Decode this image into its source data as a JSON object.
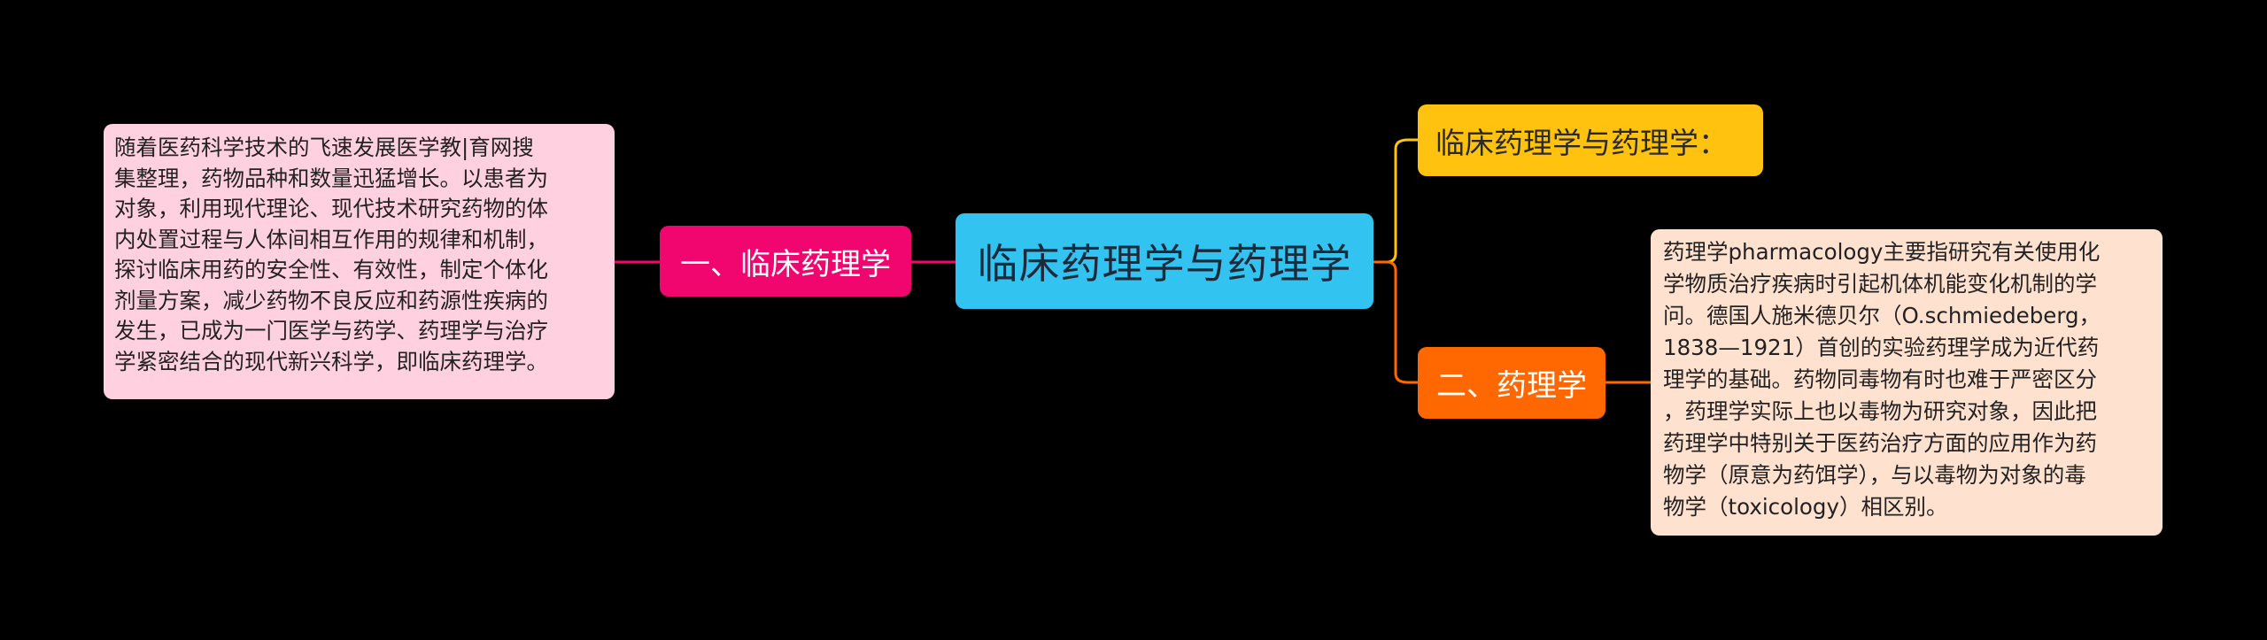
{
  "mindmap": {
    "root": {
      "label": "临床药理学与药理学",
      "color": "#33c3f0"
    },
    "left_branch": {
      "label": "一、临床药理学",
      "color": "#f0066e",
      "leaf": {
        "text": "随着医药科学技术的飞速发展医学教|育网搜\n集整理，药物品种和数量迅猛增长。以患者为\n对象，利用现代理论、现代技术研究药物的体\n内处置过程与人体间相互作用的规律和机制，\n探讨临床用药的安全性、有效性，制定个体化\n剂量方案，减少药物不良反应和药源性疾病的\n发生，已成为一门医学与药学、药理学与治疗\n学紧密结合的现代新兴科学，即临床药理学。",
        "color": "#ffd0e0"
      }
    },
    "right_branches": [
      {
        "label": "临床药理学与药理学：",
        "color": "#ffc20e"
      },
      {
        "label": "二、药理学",
        "color": "#ff6700",
        "leaf": {
          "text": "药理学pharmacology主要指研究有关使用化\n学物质治疗疾病时引起机体机能变化机制的学\n问。德国人施米德贝尔（O.schmiedeberg，\n1838—1921）首创的实验药理学成为近代药\n理学的基础。药物同毒物有时也难于严密区分\n，药理学实际上也以毒物为研究对象，因此把\n药理学中特别关于医药治疗方面的应用作为药\n物学（原意为药饵学），与以毒物为对象的毒\n物学（toxicology）相区别。",
          "color": "#ffe1d0"
        }
      }
    ]
  }
}
